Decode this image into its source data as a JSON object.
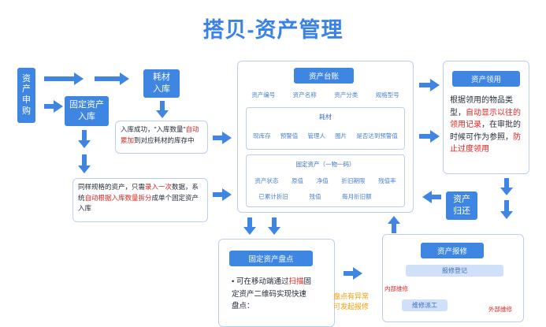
{
  "title": "搭贝-资产管理",
  "colors": {
    "primary": "#3e86e2",
    "border": "#b9d0f2",
    "highlight": "#e02424",
    "note": "#f59e0b"
  },
  "nodes": {
    "purchase": [
      "资",
      "产",
      "申",
      "购"
    ],
    "consumable_in": "耗材入库",
    "fixed_in": "固定资产入库",
    "consumable_note": {
      "p1": "入库成功，\"入库数量\"",
      "p2": "自动累加",
      "p3": "到对应耗材的库存中"
    },
    "fixed_note": {
      "p1": "同样规格的资产，只需",
      "p2": "录入一次",
      "p3": "数据，系统",
      "p4": "自动根据入库数量拆分",
      "p5": "成单个固定资产入库"
    },
    "ledger": {
      "title": "资产台账",
      "fields": [
        "资产编号",
        "资产名称",
        "资产分类",
        "规格型号"
      ],
      "consumables_title": "耗材",
      "consumables_fields": [
        "现库存",
        "预警值",
        "管理人",
        "图片",
        "是否达到预警值"
      ],
      "fixed_title": "固定资产（一物一码）",
      "fixed_fields_1": [
        "资产状态",
        "原值",
        "净值",
        "折旧期限",
        "残值率"
      ],
      "fixed_fields_2": [
        "已累计折旧",
        "残值",
        "每月折旧额"
      ]
    },
    "receive": {
      "title": "资产领用",
      "p1": "根据领用的物品类型，",
      "p2": "自动显示以往的领用记录",
      "p3": "，在审批的时候可作为参照，",
      "p4": "防止过度领用"
    },
    "return": "资产归还",
    "inventory": {
      "title": "固定资产盘点",
      "bullet": "•",
      "p1": "可在移动端通过",
      "p2": "扫描",
      "p3": "固定资产二维码实现快速盘点："
    },
    "inventory_note": "盘点有异常可发起报修",
    "repair": {
      "title": "资产报修",
      "step1": "报修登记",
      "step2": "维修派工",
      "internal": "内部维修",
      "external": "外部维修"
    }
  }
}
